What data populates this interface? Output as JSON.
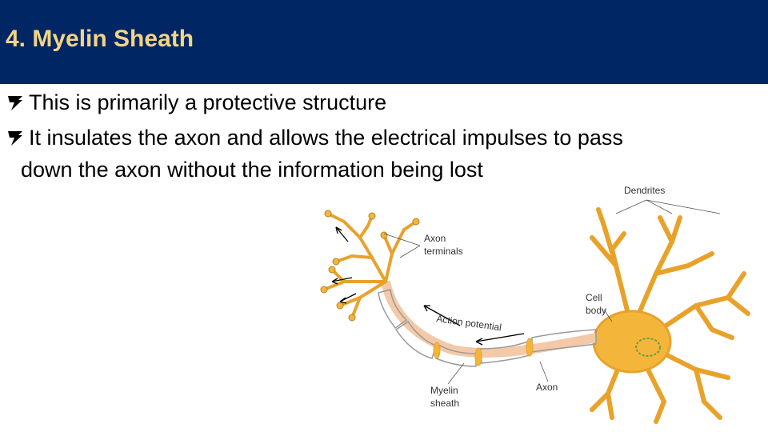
{
  "slide": {
    "title": "4. Myelin Sheath",
    "bullets": [
      "This is primarily a protective structure",
      "It insulates the axon and allows the electrical impulses to pass",
      "down the axon without the information being lost"
    ]
  },
  "diagram": {
    "labels": {
      "dendrites": "Dendrites",
      "axon_terminals_1": "Axon",
      "axon_terminals_2": "terminals",
      "cell_body_1": "Cell",
      "cell_body_2": "body",
      "action_potential": "Action potential",
      "myelin_1": "Myelin",
      "myelin_2": "sheath",
      "axon": "Axon"
    }
  },
  "colors": {
    "title_bg": "#002663",
    "title_text": "#F2D486",
    "neuron": "#F4B63A",
    "axon_inner": "#F3C9A8"
  }
}
